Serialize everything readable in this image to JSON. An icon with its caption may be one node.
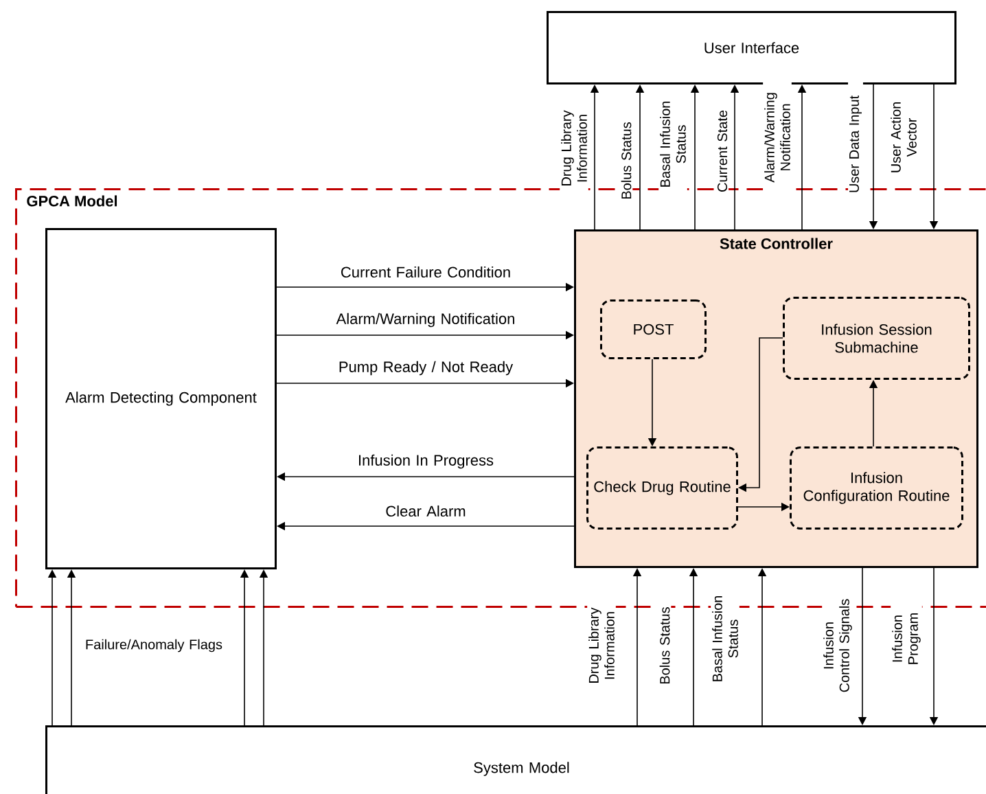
{
  "diagram": {
    "nodes": [
      {
        "text": [
          "GPCA Model"
        ]
      },
      {
        "text": [
          "User Interface"
        ]
      },
      {
        "text": [
          "Alarm Detecting Component"
        ],
        "in": 0
      },
      {
        "text": [
          "State Controller"
        ],
        "in": 0
      },
      {
        "text": [
          "POST"
        ],
        "in": 3
      },
      {
        "text": [
          "Infusion Session Submachine"
        ],
        "in": 3
      },
      {
        "text": [
          "Check Drug Routine"
        ],
        "in": 3
      },
      {
        "text": [
          "Infusion Configuration Routine"
        ],
        "in": 3
      },
      {
        "text": [
          "System Model"
        ]
      }
    ],
    "edges": [
      {
        "from": 3,
        "to": 1,
        "arrow": "to",
        "label": "Drug Library Information"
      },
      {
        "from": 3,
        "to": 1,
        "arrow": "to",
        "label": "Bolus Status"
      },
      {
        "from": 3,
        "to": 1,
        "arrow": "to",
        "label": "Basal Infusion Status"
      },
      {
        "from": 3,
        "to": 1,
        "arrow": "to",
        "label": "Current State"
      },
      {
        "from": 3,
        "to": 1,
        "arrow": "to",
        "label": "Alarm/Warning Notification"
      },
      {
        "from": 1,
        "to": 3,
        "arrow": "to",
        "label": "User Data Input"
      },
      {
        "from": 1,
        "to": 3,
        "arrow": "to",
        "label": "User Action Vector"
      },
      {
        "from": 2,
        "to": 3,
        "arrow": "to",
        "label": "Current Failure Condition"
      },
      {
        "from": 2,
        "to": 3,
        "arrow": "to",
        "label": "Alarm/Warning Notification"
      },
      {
        "from": 2,
        "to": 3,
        "arrow": "to",
        "label": "Pump Ready / Not Ready"
      },
      {
        "from": 3,
        "to": 2,
        "arrow": "to",
        "label": "Infusion In Progress"
      },
      {
        "from": 3,
        "to": 2,
        "arrow": "to",
        "label": "Clear Alarm"
      },
      {
        "from": 4,
        "to": 6,
        "arrow": "to"
      },
      {
        "from": 5,
        "to": 6,
        "arrow": "to"
      },
      {
        "from": 6,
        "to": 7,
        "arrow": "to"
      },
      {
        "from": 7,
        "to": 5,
        "arrow": "to"
      },
      {
        "from": 8,
        "to": 3,
        "arrow": "to",
        "label": "Drug Library Information"
      },
      {
        "from": 8,
        "to": 3,
        "arrow": "to",
        "label": "Bolus Status"
      },
      {
        "from": 8,
        "to": 3,
        "arrow": "to",
        "label": "Basal Infusion Status"
      },
      {
        "from": 3,
        "to": 8,
        "arrow": "to",
        "label": "Infusion Control Signals"
      },
      {
        "from": 3,
        "to": 8,
        "arrow": "to",
        "label": "Infusion Program"
      },
      {
        "from": 8,
        "to": 2,
        "arrow": "to"
      },
      {
        "from": 8,
        "to": 2,
        "arrow": "to"
      },
      {
        "from": 8,
        "to": 2,
        "arrow": "to"
      },
      {
        "from": 8,
        "to": 2,
        "arrow": "to"
      }
    ],
    "labels": [
      "Failure/Anomaly Flags"
    ]
  }
}
